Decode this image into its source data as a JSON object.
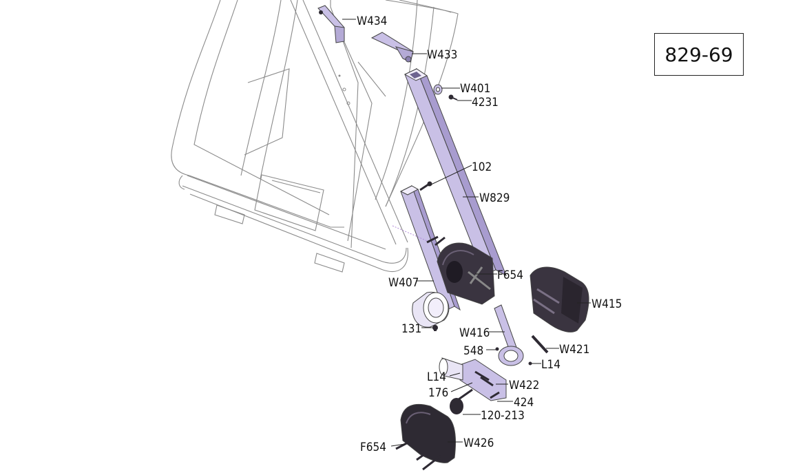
{
  "drawing_number": "829-69",
  "labels": {
    "w434": "W434",
    "w433": "W433",
    "w401": "W401",
    "p4231": "4231",
    "p102": "102",
    "w829": "W829",
    "f654_upper": "F654",
    "w415": "W415",
    "w407": "W407",
    "p131": "131",
    "w416": "W416",
    "w421": "W421",
    "p548": "548",
    "l14_right": "L14",
    "l14_left": "L14",
    "w422": "W422",
    "p176": "176",
    "p424": "424",
    "p120_213": "120-213",
    "f654_lower": "F654",
    "w426": "W426"
  },
  "colors": {
    "part_fill": "#c9c0e6",
    "part_dark": "#2e2a33",
    "frame_line": "#8a8a8a"
  }
}
